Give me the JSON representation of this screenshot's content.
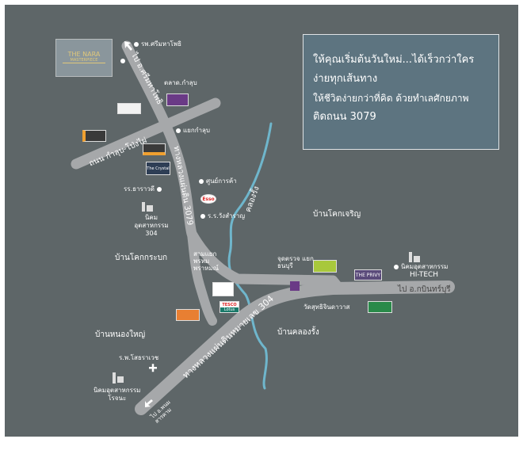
{
  "info_box": {
    "line1": "ให้คุณเริ่มต้นวันใหม่...ได้เร็วกว่าใคร",
    "line2": "ง่ายทุกเส้นทาง",
    "line3": "ให้ชีวิตง่ายกว่าที่คิด ด้วยทำเลศักยภาพ",
    "line4": "ติดถนน 3079"
  },
  "project_logo": {
    "name": "THE NARA",
    "sub": "MASTERPIECE"
  },
  "roads": {
    "hwy3079": "ทางหลวงแผ่นดิน 3079",
    "hwy304": "ทางหลวงแผ่นดินหมายเลข 304",
    "kamlub_road": "ถนน กำลุบ-โป่งไผ่",
    "to_srimahaphot": "ไป อ.ศรีมหาโพธิ",
    "to_kabinburi": "ไป อ.กบินทร์บุรี",
    "to_phanom": "ไป อ.พนม สารคาม",
    "canal": "คลองรั้ง"
  },
  "places": {
    "hospital_srimahaphot": "รพ.ศรีมหาโพธิ",
    "kamlub_market": "ตลาด.กำลุบ",
    "kamlub_junction": "แยกกำลุบ",
    "shopping_center": "ศูนย์การค้า",
    "school_tharawadi": "รร.ธาราวดี",
    "industrial_304": "นิคมอุตสาหกรรม 304",
    "school_wang": "ร.ร.วังสำราญ",
    "three_way": "สามแยก พรหมพราหมณ์",
    "checkpoint": "จุดตรวจ แยกธนบุรี",
    "industrial_hitech_1": "นิคมอุตสาหกรรม",
    "industrial_hitech_2": "HI-TECH",
    "temple": "วัดสุทธิจินดาวาส",
    "hospital_sothorn": "ร.พ.โสธราเวช",
    "industrial_rojana_1": "นิคมอุตสาหกรรม",
    "industrial_rojana_2": "โรจนะ"
  },
  "areas": {
    "khok_charoen": "บ้านโคกเจริญ",
    "khok_krabok": "บ้านโคกกระบก",
    "khlong_rang": "บ้านคลองรั้ง",
    "nong_yai": "บ้านหนองใหญ่"
  },
  "brands": {
    "esso": "Esso",
    "tesco": "TESCO",
    "lotus": "Lotus",
    "privy": "THE PRIVY",
    "crystal": "The Crystal"
  },
  "colors": {
    "background": "#5e6668",
    "road": "#a6a8aa",
    "river": "#6fb6cc",
    "info": "#5d7480"
  }
}
